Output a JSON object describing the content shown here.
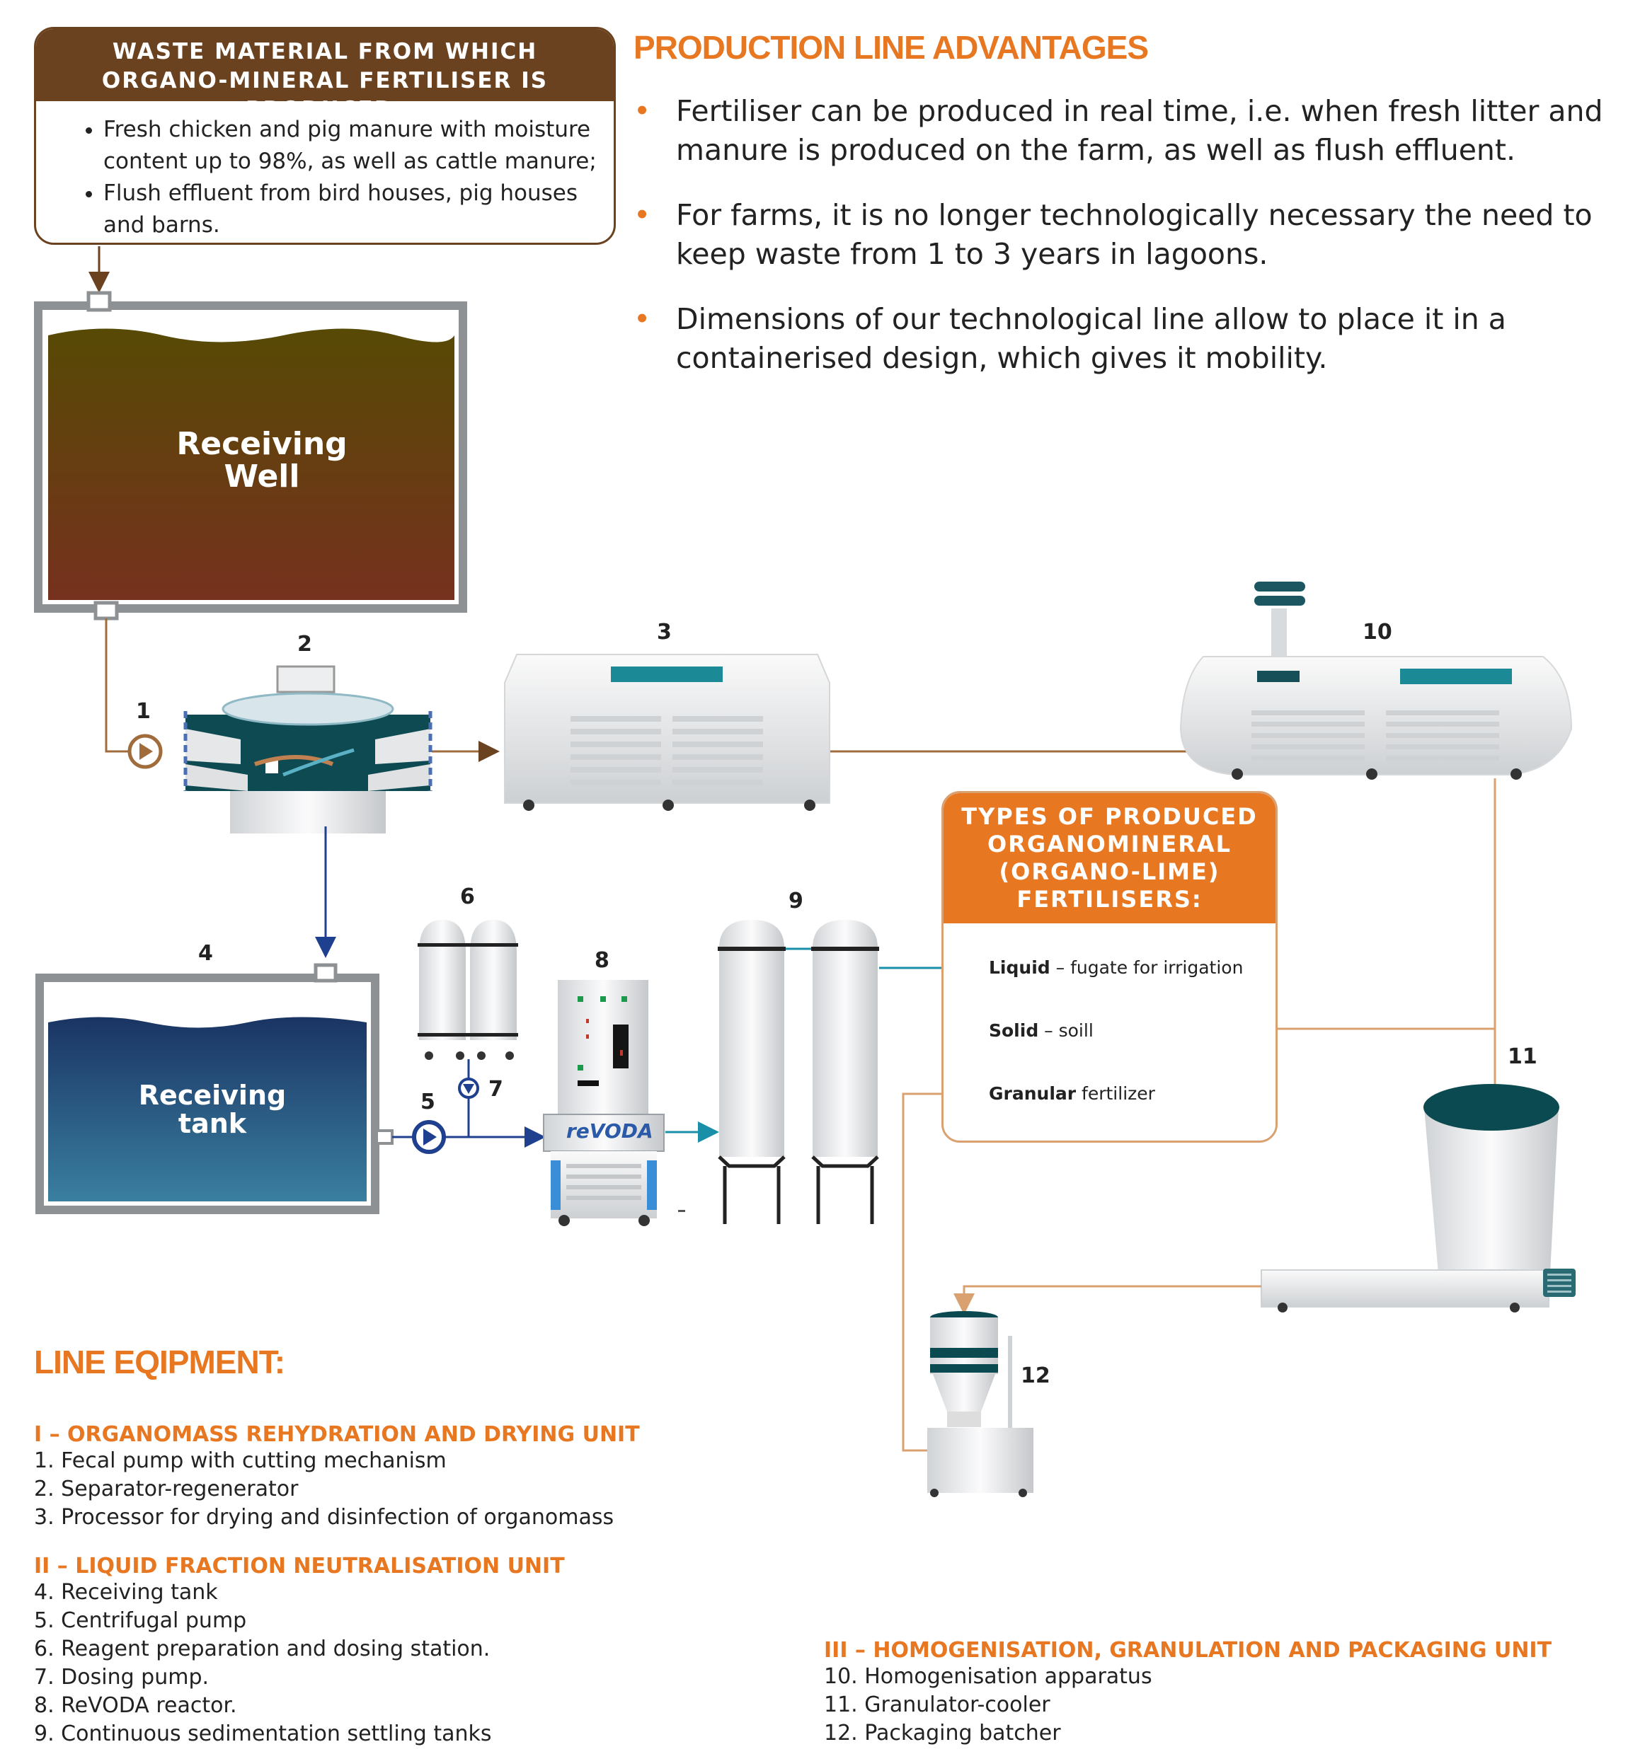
{
  "waste_box": {
    "title": "WASTE MATERIAL FROM WHICH\nORGANO-MINERAL FERTILISER IS PRODUCED:",
    "items": [
      "Fresh chicken and pig manure with moisture content up to 98%, as well as cattle manure;",
      "Flush effluent from bird houses, pig houses and barns."
    ]
  },
  "advantages": {
    "title": "PRODUCTION LINE ADVANTAGES",
    "items": [
      "Fertiliser can be produced in real time, i.e. when fresh litter and manure is produced on the farm, as well as flush effluent.",
      "For farms, it is no longer technologically necessary the need to keep waste from 1 to 3 years in lagoons.",
      "Dimensions of our technological line allow to place it in a containerised design, which gives it mobility."
    ]
  },
  "diagram": {
    "receiving_well": "Receiving\nWell",
    "receiving_tank": "Receiving\ntank",
    "reactor_logo": "reVODA",
    "numbers": [
      "1",
      "2",
      "3",
      "4",
      "5",
      "6",
      "7",
      "8",
      "9",
      "10",
      "11",
      "12"
    ]
  },
  "types_box": {
    "title": "TYPES OF PRODUCED\nORGANOMINERAL\n(ORGANO-LIME)\nFERTILISERS:",
    "items": [
      {
        "bold": "Liquid",
        "rest": " – fugate for irrigation"
      },
      {
        "bold": "Solid",
        "rest": " – soill"
      },
      {
        "bold": "Granular",
        "rest": " fertilizer"
      }
    ]
  },
  "equipment": {
    "title": "LINE EQIPMENT:",
    "groups": [
      {
        "head": "I – ORGANOMASS REHYDRATION AND DRYING UNIT",
        "lines": [
          "1. Fecal pump with cutting mechanism",
          "2. Separator-regenerator",
          "3. Processor for drying and disinfection of organomass"
        ]
      },
      {
        "head": "II – LIQUID FRACTION NEUTRALISATION UNIT",
        "lines": [
          "4. Receiving tank",
          "5. Centrifugal pump",
          "6. Reagent preparation and dosing station.",
          "7. Dosing pump.",
          "8. ReVODA reactor.",
          "9. Continuous sedimentation settling tanks"
        ]
      },
      {
        "head": "III – HOMOGENISATION, GRANULATION AND PACKAGING UNIT",
        "lines": [
          "10. Homogenisation apparatus",
          "11. Granulator-cooler",
          "12. Packaging batcher"
        ]
      }
    ]
  },
  "colors": {
    "brown": "#6b4220",
    "orange": "#e87722",
    "blue": "#1f3f8f",
    "teal": "#1a8fa8",
    "copper": "#d9a070"
  }
}
